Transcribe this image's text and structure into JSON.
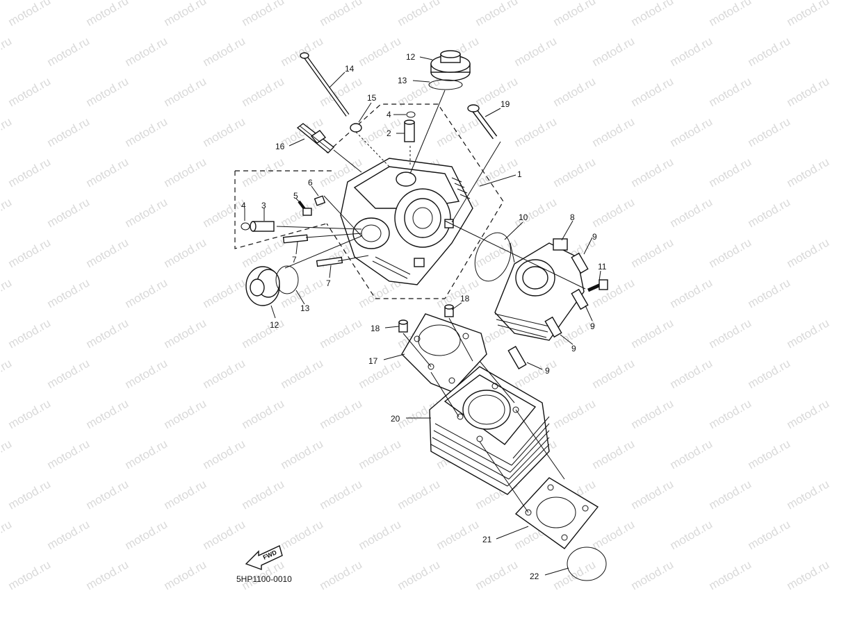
{
  "watermark": {
    "text": "motod.ru"
  },
  "diagram": {
    "code": "5HP1100-0010",
    "fwd_label": "FWD",
    "callouts": [
      {
        "id": "1",
        "label": "1"
      },
      {
        "id": "2",
        "label": "2"
      },
      {
        "id": "3",
        "label": "3"
      },
      {
        "id": "4a",
        "label": "4"
      },
      {
        "id": "4b",
        "label": "4"
      },
      {
        "id": "5",
        "label": "5"
      },
      {
        "id": "6",
        "label": "6"
      },
      {
        "id": "7a",
        "label": "7"
      },
      {
        "id": "7b",
        "label": "7"
      },
      {
        "id": "8",
        "label": "8"
      },
      {
        "id": "9a",
        "label": "9"
      },
      {
        "id": "9b",
        "label": "9"
      },
      {
        "id": "9c",
        "label": "9"
      },
      {
        "id": "9d",
        "label": "9"
      },
      {
        "id": "10",
        "label": "10"
      },
      {
        "id": "11",
        "label": "11"
      },
      {
        "id": "12a",
        "label": "12"
      },
      {
        "id": "12b",
        "label": "12"
      },
      {
        "id": "13a",
        "label": "13"
      },
      {
        "id": "13b",
        "label": "13"
      },
      {
        "id": "14",
        "label": "14"
      },
      {
        "id": "15",
        "label": "15"
      },
      {
        "id": "16",
        "label": "16"
      },
      {
        "id": "17",
        "label": "17"
      },
      {
        "id": "18a",
        "label": "18"
      },
      {
        "id": "18b",
        "label": "18"
      },
      {
        "id": "19",
        "label": "19"
      },
      {
        "id": "20",
        "label": "20"
      },
      {
        "id": "21",
        "label": "21"
      },
      {
        "id": "22",
        "label": "22"
      }
    ]
  }
}
